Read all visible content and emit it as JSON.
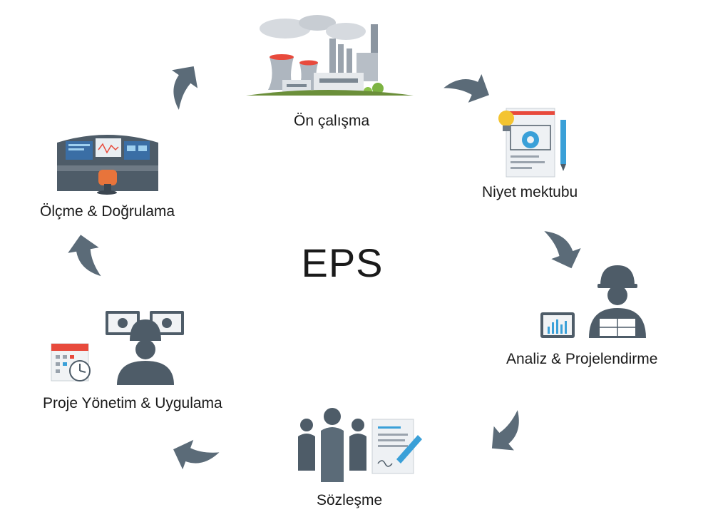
{
  "diagram": {
    "center_label": "EPS",
    "steps": [
      {
        "id": "on-calisma",
        "label": "Ön çalışma",
        "icon": "power-plant-icon"
      },
      {
        "id": "niyet-mektubu",
        "label": "Niyet mektubu",
        "icon": "blueprint-document-icon"
      },
      {
        "id": "analiz",
        "label": "Analiz & Projelendirme",
        "icon": "engineer-analysis-icon"
      },
      {
        "id": "sozlesme",
        "label": "Sözleşme",
        "icon": "contract-signing-icon"
      },
      {
        "id": "proje",
        "label": "Proje Yönetim & Uygulama",
        "icon": "project-management-icon"
      },
      {
        "id": "olcme",
        "label": "Ölçme & Doğrulama",
        "icon": "control-room-icon"
      }
    ],
    "colors": {
      "arrow": "#5b6b78",
      "icon_dark": "#4e5c68",
      "accent_blue": "#3aa0d8",
      "accent_red": "#e84a3c",
      "accent_yellow": "#f4c430"
    }
  }
}
